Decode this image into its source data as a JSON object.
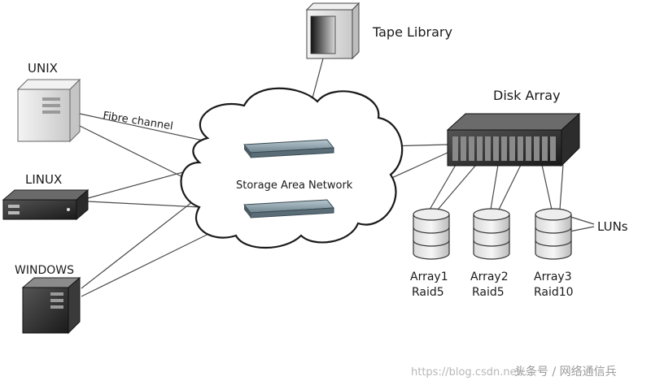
{
  "nodes": {
    "tape_library": "Tape Library",
    "disk_array": "Disk Array",
    "unix": "UNIX",
    "linux": "LINUX",
    "windows": "WINDOWS",
    "san": "Storage Area Network",
    "fibre": "Fibre channel",
    "luns": "LUNs"
  },
  "arrays": [
    {
      "name": "Array1",
      "raid": "Raid5"
    },
    {
      "name": "Array2",
      "raid": "Raid5"
    },
    {
      "name": "Array3",
      "raid": "Raid10"
    }
  ],
  "watermark": {
    "url": "https://blog.csdn.net/...",
    "brand": "头条号 / 网络通信兵"
  }
}
